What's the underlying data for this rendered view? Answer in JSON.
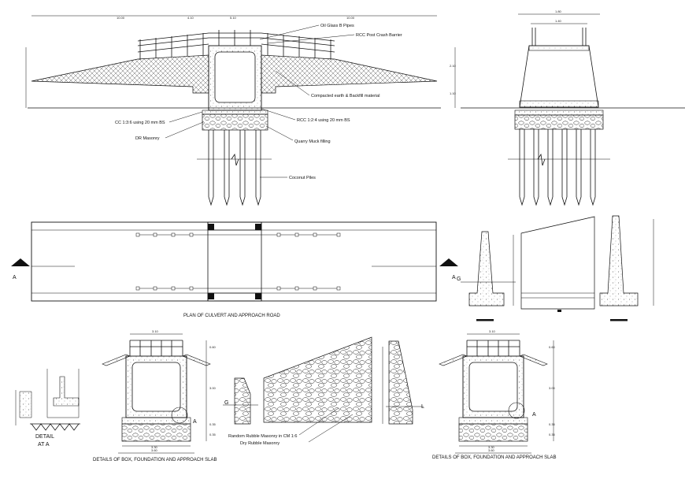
{
  "colors": {
    "ink": "#111111",
    "hatch": "#555555",
    "background": "#ffffff"
  },
  "elevation_section": {
    "labels": {
      "oil_glass_pipes": "Oil Glass B Pipes",
      "crash_barrier": "RCC Post Crash Barrier",
      "compacted_earth": "Compacted earth & Backfill material",
      "cc_mix": "CC 1:3:6 using 20 mm BS",
      "rcc_mix": "RCC 1:2:4 using 20 mm BS",
      "dr_masonry": "DR Masonry",
      "quarry_muck": "Quarry Muck filling",
      "coconut_piles": "Coconut Piles"
    },
    "dims": {
      "left_total": "10.00",
      "mid_a": "4.10",
      "mid_b": "5.10",
      "right_total": "10.00"
    }
  },
  "side_section": {
    "dims": {
      "top_outer": "1.80",
      "top_inner": "1.40",
      "h1": "2.10",
      "h2": "1.10"
    }
  },
  "plan": {
    "title": "PLAN OF CULVERT AND APPROACH ROAD",
    "marker_left": "A",
    "marker_right": "A"
  },
  "wing_wall": {
    "marker": "G"
  },
  "detail_left": {
    "title": "DETAILS OF BOX, FOUNDATION AND APPROACH SLAB",
    "detail_label_1": "DETAIL",
    "detail_label_2": "AT A",
    "marker_a": "A",
    "dims": {
      "top": "3.10",
      "bottom_inner": "3.30",
      "bottom_outer": "3.60",
      "v1": "0.60",
      "v2": "3.00",
      "v3": "0.35",
      "v4": "0.35"
    }
  },
  "detail_mid": {
    "random_rubble": "Random Rubble Masonry in CM 1:6",
    "dry_rubble": "Dry Rubble Masonry",
    "marker_g": "G",
    "marker_l": "L"
  },
  "detail_right": {
    "title": "DETAILS OF BOX, FOUNDATION AND APPROACH SLAB",
    "marker_a": "A",
    "dims": {
      "top": "3.10",
      "bottom_inner": "3.30",
      "bottom_outer": "3.60",
      "v1": "0.60",
      "v2": "3.00",
      "v3": "0.35",
      "v4": "0.35"
    }
  }
}
